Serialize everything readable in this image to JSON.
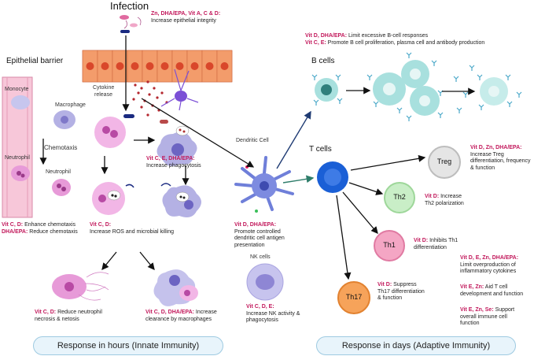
{
  "title": "Infection",
  "epithelial_label": "Epithelial barrier",
  "cells": {
    "monocyte": "Monocyte",
    "macrophage": "Macrophage",
    "neutrophil": "Neutrophil",
    "chemotaxis": "Chemotaxis",
    "cytokine": [
      "Cytokine",
      "release"
    ],
    "dendritic": "Dendritic Cell",
    "b_cells": "B cells",
    "t_cells": "T cells",
    "nk_cells": "NK cells",
    "treg": "Treg",
    "th2": "Th2",
    "th1": "Th1",
    "th17": "Th17"
  },
  "annotations": {
    "epithelial": {
      "red": "Zn, DHA/EPA, Vit A, C & D:",
      "text": "Increase epithelial integrity"
    },
    "phagocytosis": {
      "red": "Vit C, E, DHA/EPA:",
      "text": "Increase phagocytosis"
    },
    "ros": {
      "red": "Vit C, D:",
      "text": "Increase ROS and microbial killing"
    },
    "chemotaxis_1": {
      "red": "Vit C, D:",
      "text": "Enhance chemotaxis"
    },
    "chemotaxis_2": {
      "red": "DHA/EPA:",
      "text": "Reduce chemotaxis"
    },
    "necrosis": {
      "red": "Vit C, D:",
      "lines": [
        "Reduce neutrophil",
        "necrosis & netosis"
      ]
    },
    "clearance": {
      "red": "Vit C, D, DHA/EPA:",
      "lines": [
        "Increase",
        "clearance by macrophages"
      ]
    },
    "nk": {
      "red": "Vit C, D, E:",
      "lines": [
        "Increase NK activity &",
        "phagocytosis"
      ]
    },
    "dendritic": {
      "red": "Vit D, DHA/EPA:",
      "lines": [
        "Promote controlled",
        "dendritic cell antigen",
        "presentation"
      ]
    },
    "bcell_1": {
      "red": "Vit D, DHA/EPA:",
      "text": "Limit excessive B-cell responses"
    },
    "bcell_2": {
      "red": "Vit C, E:",
      "text": "Promote B cell proliferation, plasma cell and antibody production"
    },
    "treg": {
      "red": "Vit D, Zn, DHA/EPA:",
      "lines": [
        "Increase Treg",
        "differentiation, frequency",
        "& function"
      ]
    },
    "th2": {
      "red": "Vit D:",
      "lines": [
        "Increase",
        "Th2 polarization"
      ]
    },
    "th1": {
      "red": "Vit D:",
      "lines": [
        "Inhibits Th1",
        "differentiation"
      ]
    },
    "th17": {
      "red": "Vit D:",
      "lines": [
        "Suppress",
        "Th17 differentiation",
        "& function"
      ]
    },
    "cytokines": {
      "red": "Vit D, E, Zn, DHA/EPA:",
      "lines": [
        "Limit overproduction of",
        "inflammatory cytokines"
      ]
    },
    "tcell_dev": {
      "red": "Vit E, Zn:",
      "lines": [
        "Aid T cell",
        "development and function"
      ]
    },
    "immune": {
      "red": "Vit E, Zn, Se:",
      "lines": [
        "Support",
        "overall immune cell",
        "function"
      ]
    }
  },
  "banners": {
    "innate": "Response in  hours (Innate Immunity)",
    "adaptive": "Response in days (Adaptive Immunity)"
  },
  "colors": {
    "red_text": "#c2185b",
    "neutrophil_pink": "#e79ad8",
    "macrophage_purple": "#a9a4e0",
    "bcell_teal": "#a8e0de",
    "tcell_blue": "#1a5fd6",
    "treg_grey": "#dcdcdc",
    "th2_green": "#c9eec7",
    "th1_pink": "#f4a6c4",
    "th17_orange": "#f6a35a",
    "epithelial_orange": "#f39c6b",
    "nucleus_red": "#d9472b",
    "banner_fill": "#e8f4fb"
  }
}
